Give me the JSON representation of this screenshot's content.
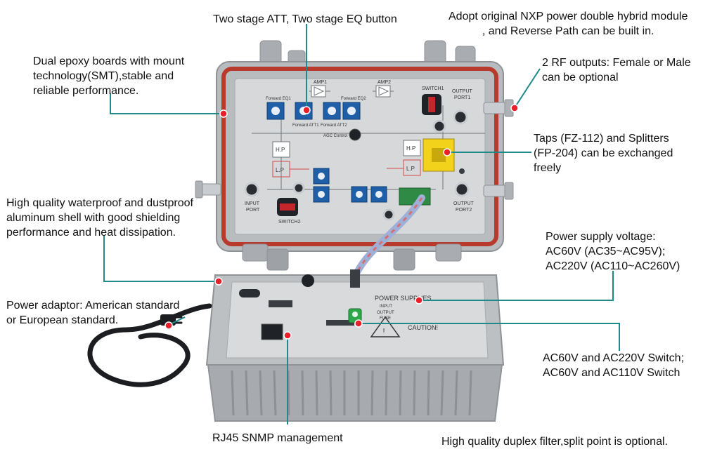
{
  "callouts": {
    "att_eq": "Two stage ATT, Two stage EQ button",
    "nxp_line1": "Adopt original NXP power double hybrid module",
    "nxp_line2": ", and Reverse Path can be built in.",
    "epoxy_line1": "Dual epoxy boards with mount",
    "epoxy_line2": "technology(SMT),stable and",
    "epoxy_line3": "reliable performance.",
    "rf_line1": "2 RF outputs: Female or Male",
    "rf_line2": "can be optional",
    "taps_line1": "Taps (FZ-112) and Splitters",
    "taps_line2": "(FP-204) can be exchanged",
    "taps_line3": "freely",
    "shell_line1": "High quality waterproof and dustproof",
    "shell_line2": "aluminum shell with good shielding",
    "shell_line3": "performance and heat dissipation.",
    "voltage_line1": "Power supply voltage:",
    "voltage_line2": "AC60V (AC35~AC95V);",
    "voltage_line3": "AC220V (AC110~AC260V)",
    "adaptor_line1": "Power adaptor: American standard",
    "adaptor_line2": "or European standard.",
    "switch_line1": "AC60V and AC220V Switch;",
    "switch_line2": "AC60V and AC110V Switch",
    "rj45": "RJ45 SNMP management",
    "duplex": "High quality duplex filter,split point is optional."
  },
  "panel_labels": {
    "amp1": "AMP1",
    "amp2": "AMP2",
    "switch1": "SWITCH1",
    "switch2": "SWITCH2",
    "output_port1_a": "OUTPUT",
    "output_port1_b": "PORT1",
    "output_port2_a": "OUTPUT",
    "output_port2_b": "PORT2",
    "input_port_a": "INPUT",
    "input_port_b": "PORT",
    "hp": "H.P",
    "lp": "L.P",
    "forward_eq1": "Forward EQ1",
    "forward_eq2": "Forward EQ2",
    "forward_att1": "Forward ATT1",
    "forward_att2": "Forward ATT2",
    "agc": "AGC Control",
    "power_supplies": "POWER SUPPLIES",
    "input": "INPUT",
    "output": "OUTPUT",
    "fuse": "FUSE",
    "caution": "CAUTION!"
  },
  "colors": {
    "accent_dot": "#e8202a",
    "leader_line": "#1f8a8a",
    "gasket": "#b83a2c",
    "housing": "#b9bcbf",
    "panel": "#d6d8da",
    "eq_button": "#1f5fa8",
    "tap_module": "#f2d21b",
    "switch_red": "#c4262b",
    "green_switch": "#2da84a"
  }
}
